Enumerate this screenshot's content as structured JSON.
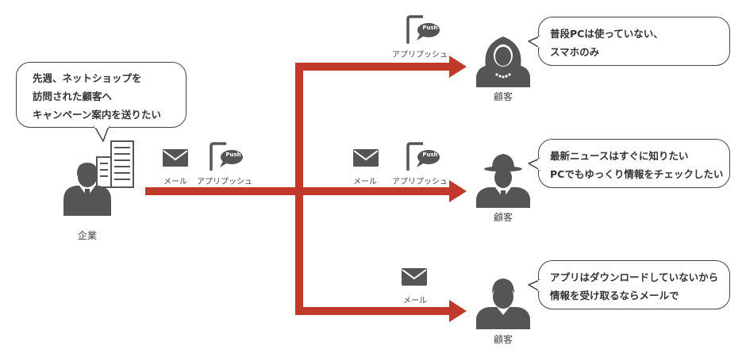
{
  "company": {
    "label": "企業",
    "bubble": [
      "先週、ネットショップを",
      "訪問された顧客へ",
      "キャンペーン案内を送りたい"
    ]
  },
  "channels": {
    "mail": "メール",
    "app_push": "アプリプッシュ",
    "push_badge": "Push"
  },
  "customers": [
    {
      "label": "顧客",
      "bubble": [
        "普段PCは使っていない、",
        "スマホのみ"
      ]
    },
    {
      "label": "顧客",
      "bubble": [
        "最新ニュースはすぐに知りたい",
        "PCでもゆっくり情報をチェックしたい"
      ]
    },
    {
      "label": "顧客",
      "bubble": [
        "アプリはダウンロードしていないから",
        "情報を受け取るならメールで"
      ]
    }
  ],
  "colors": {
    "arrow": "#c0392b",
    "icon": "#555555",
    "border": "#444444"
  }
}
